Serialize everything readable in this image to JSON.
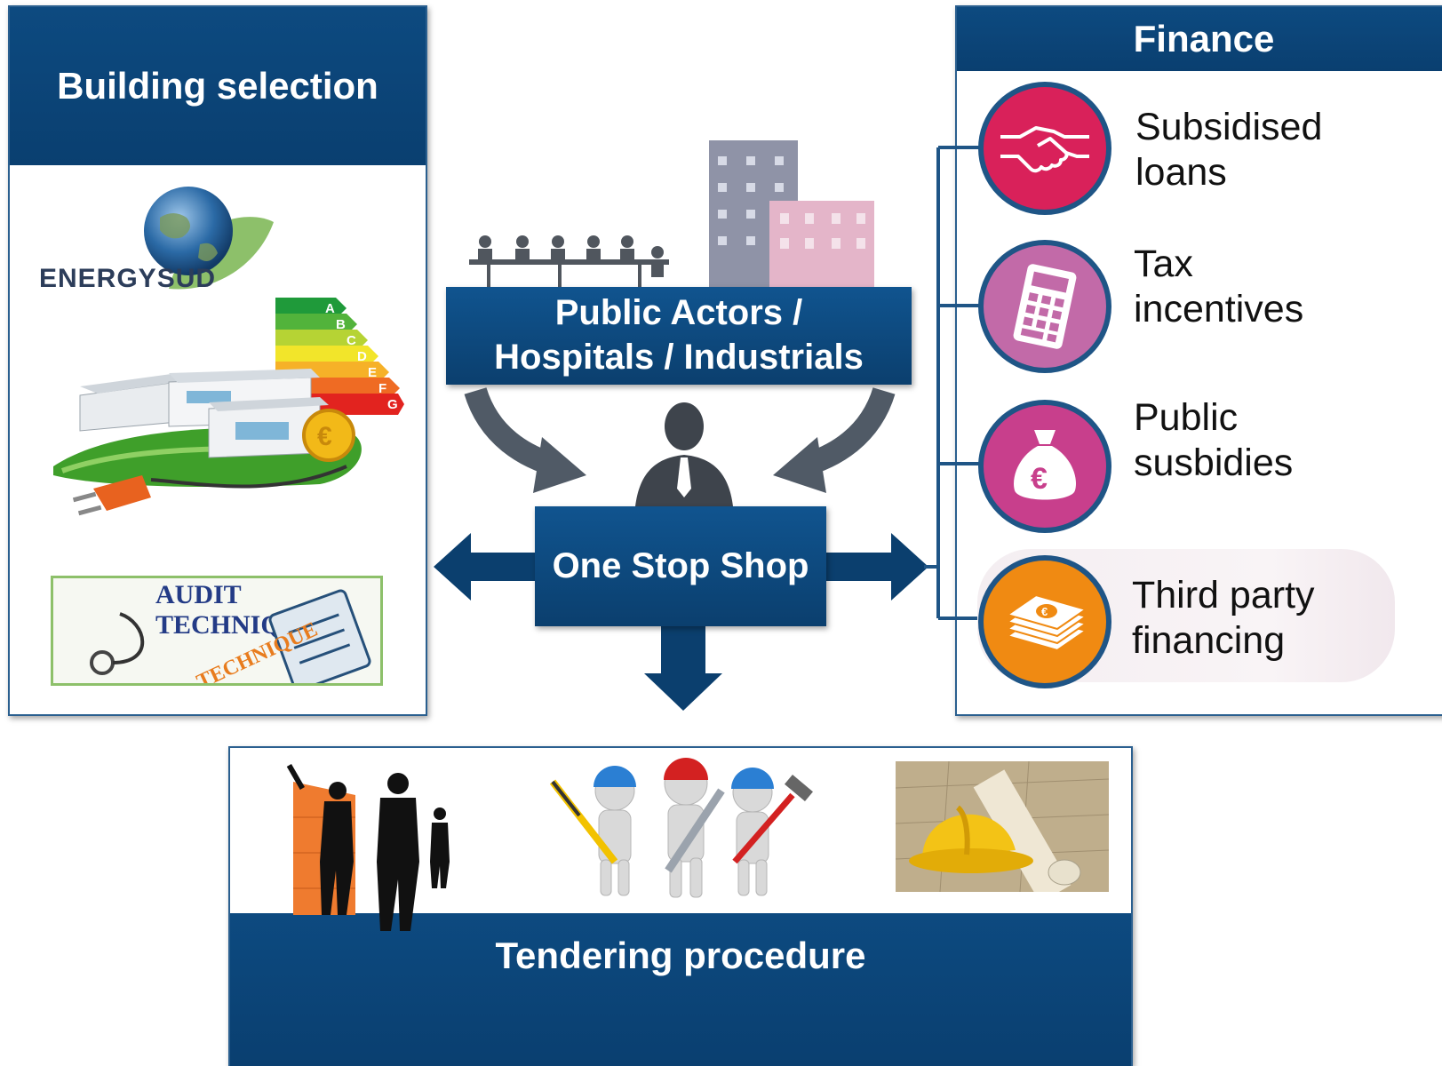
{
  "building": {
    "title": "Building selection",
    "energysud_logo": "ENERGYSUD",
    "audit_stamp": "AUDIT TECHNIQUE",
    "energy_classes": [
      "A",
      "B",
      "C",
      "D",
      "E",
      "F",
      "G"
    ]
  },
  "actors": {
    "line1": "Public Actors /",
    "line2": "Hospitals / Industrials"
  },
  "osp": {
    "label": "One Stop Shop"
  },
  "finance": {
    "title": "Finance",
    "items": [
      {
        "line1": "Subsidised",
        "line2": "loans",
        "icon": "handshake-icon",
        "color": "#d9215a"
      },
      {
        "line1": "Tax",
        "line2": "incentives",
        "icon": "calculator-icon",
        "color": "#c26aa8"
      },
      {
        "line1": "Public",
        "line2": "susbidies",
        "icon": "euro-moneybag-icon",
        "color": "#c83f8c"
      },
      {
        "line1": "Third party",
        "line2": "financing",
        "icon": "euro-banknotes-icon",
        "color": "#f08a12"
      }
    ]
  },
  "tendering": {
    "title": "Tendering procedure"
  },
  "colors": {
    "navy": "#0b3f6e",
    "arrow_gray": "#505a66"
  }
}
